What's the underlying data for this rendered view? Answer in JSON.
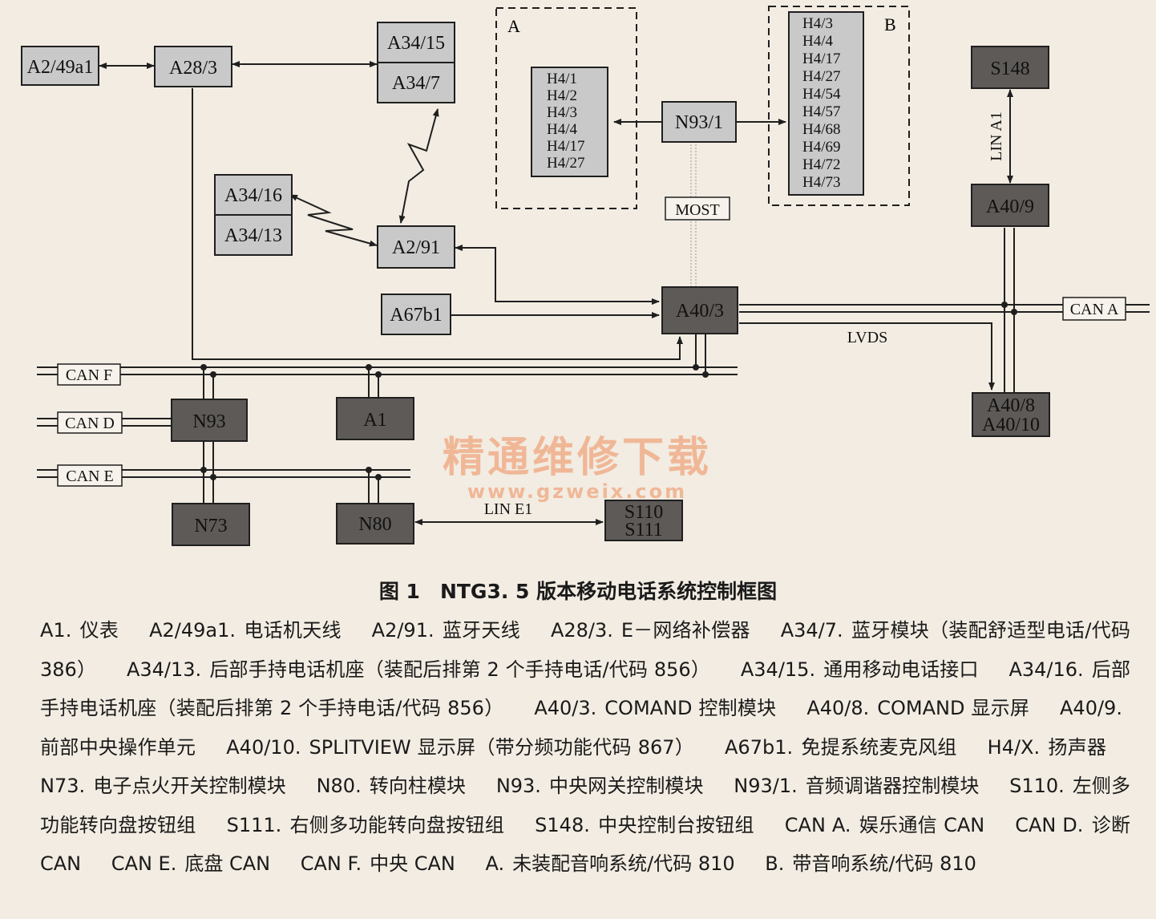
{
  "nodes": {
    "A2_49a1": "A2/49a1",
    "A28_3": "A28/3",
    "A34_15": "A34/15",
    "A34_7": "A34/7",
    "A34_16": "A34/16",
    "A34_13": "A34/13",
    "A2_91": "A2/91",
    "A67b1": "A67b1",
    "A40_3": "A40/3",
    "N93_1": "N93/1",
    "S148": "S148",
    "A40_9": "A40/9",
    "A40_8": "A40/8",
    "A40_10": "A40/10",
    "N93": "N93",
    "A1": "A1",
    "N73": "N73",
    "N80": "N80",
    "S110": "S110",
    "S111": "S111"
  },
  "groups": {
    "A": {
      "label": "A",
      "speakers": [
        "H4/1",
        "H4/2",
        "H4/3",
        "H4/4",
        "H4/17",
        "H4/27"
      ]
    },
    "B": {
      "label": "B",
      "speakers": [
        "H4/3",
        "H4/4",
        "H4/17",
        "H4/27",
        "H4/54",
        "H4/57",
        "H4/68",
        "H4/69",
        "H4/72",
        "H4/73"
      ]
    }
  },
  "bus_labels": {
    "can_f": "CAN F",
    "can_d": "CAN D",
    "can_e": "CAN E",
    "can_a": "CAN A",
    "most": "MOST",
    "lvds": "LVDS",
    "lin_a1": "LIN A1",
    "lin_e1": "LIN E1"
  },
  "watermark": {
    "line1": "精通维修下载",
    "line2": "www.gzweix.com"
  },
  "caption": "图 1　NTG3. 5 版本移动电话系统控制框图",
  "legend": [
    {
      "key": "A1.",
      "text": "仪表"
    },
    {
      "key": "A2/49a1.",
      "text": "电话机天线"
    },
    {
      "key": "A2/91.",
      "text": "蓝牙天线"
    },
    {
      "key": "A28/3.",
      "text": "E－网络补偿器"
    },
    {
      "key": "A34/7.",
      "text": "蓝牙模块（装配舒适型电话/代码 386）"
    },
    {
      "key": "A34/13.",
      "text": "后部手持电话机座（装配后排第 2 个手持电话/代码 856）"
    },
    {
      "key": "A34/15.",
      "text": "通用移动电话接口"
    },
    {
      "key": "A34/16.",
      "text": "后部手持电话机座（装配后排第 2 个手持电话/代码 856）"
    },
    {
      "key": "A40/3.",
      "text": "COMAND 控制模块"
    },
    {
      "key": "A40/8.",
      "text": "COMAND 显示屏"
    },
    {
      "key": "A40/9.",
      "text": "前部中央操作单元"
    },
    {
      "key": "A40/10.",
      "text": "SPLITVIEW 显示屏（带分频功能代码 867）"
    },
    {
      "key": "A67b1.",
      "text": "免提系统麦克风组"
    },
    {
      "key": "H4/X.",
      "text": "扬声器"
    },
    {
      "key": "N73.",
      "text": "电子点火开关控制模块"
    },
    {
      "key": "N80.",
      "text": "转向柱模块"
    },
    {
      "key": "N93.",
      "text": "中央网关控制模块"
    },
    {
      "key": "N93/1.",
      "text": "音频调谐器控制模块"
    },
    {
      "key": "S110.",
      "text": "左侧多功能转向盘按钮组"
    },
    {
      "key": "S111.",
      "text": "右侧多功能转向盘按钮组"
    },
    {
      "key": "S148.",
      "text": "中央控制台按钮组"
    },
    {
      "key": "CAN A.",
      "text": "娱乐通信 CAN"
    },
    {
      "key": "CAN D.",
      "text": "诊断 CAN"
    },
    {
      "key": "CAN E.",
      "text": "底盘 CAN"
    },
    {
      "key": "CAN F.",
      "text": "中央 CAN"
    },
    {
      "key": "A.",
      "text": "未装配音响系统/代码 810"
    },
    {
      "key": "B.",
      "text": "带音响系统/代码 810"
    }
  ],
  "colors": {
    "light_box": "#c9c9c9",
    "dark_box": "#5e5a57",
    "line": "#1f1f1f",
    "background": "#f2ece2"
  }
}
